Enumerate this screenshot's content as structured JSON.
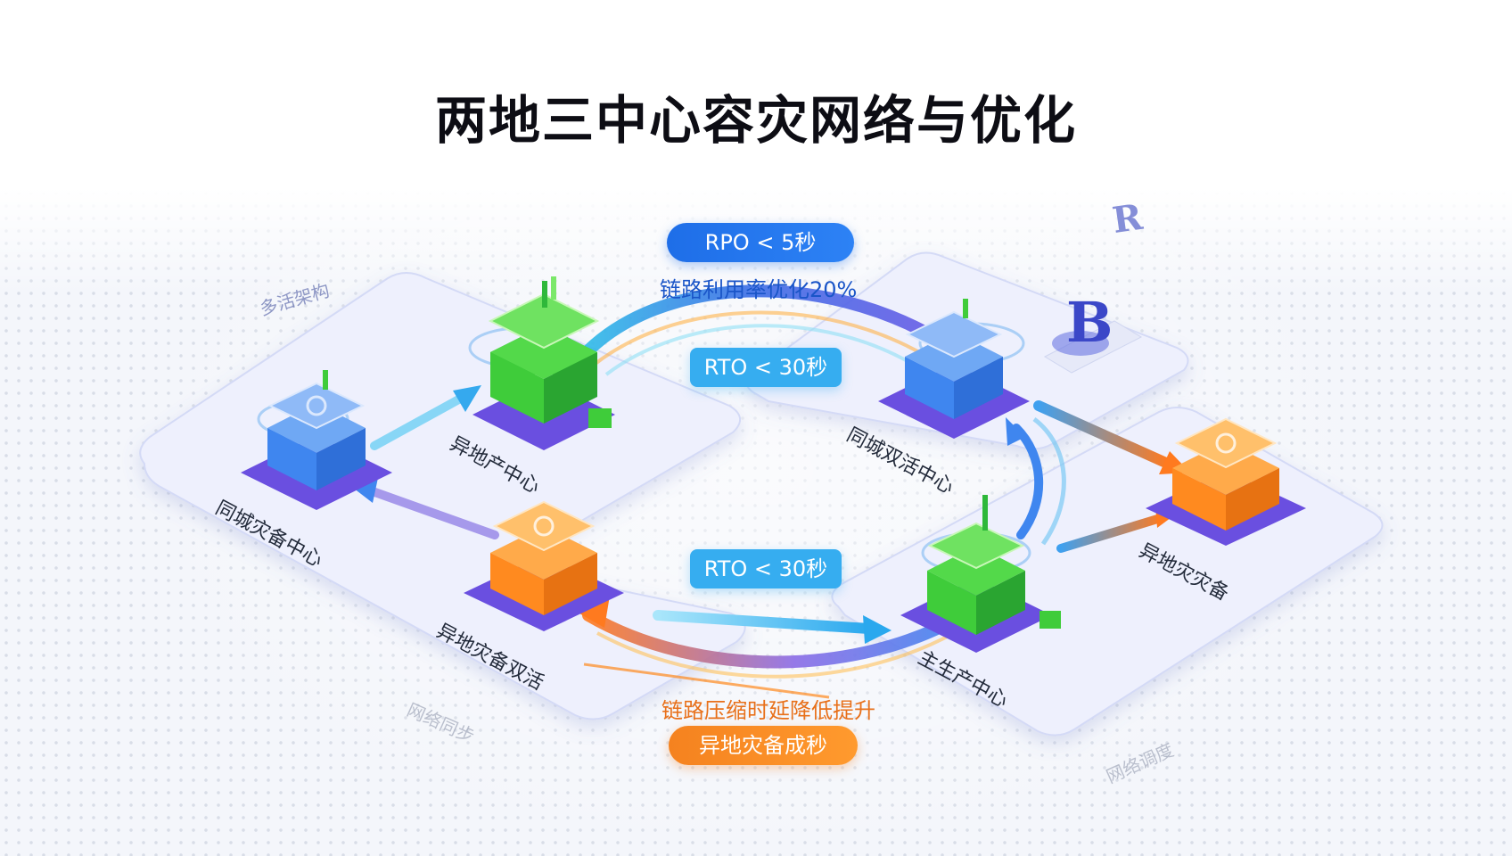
{
  "title": "两地三中心容灾网络与优化",
  "nodes": {
    "same_city_dr": "同城灾备中心",
    "remote_prod": "异地产中心",
    "remote_dr_active": "异地灾备双活",
    "same_city_active": "同城双活中心",
    "remote_dr": "异地灾灾备",
    "main_prod": "主生产中心"
  },
  "badges": {
    "rpo": "RPO < 5秒",
    "rto_top": "RTO < 30秒",
    "rto_bottom": "RTO < 30秒",
    "remote_switch": "异地灾备成秒"
  },
  "link_notes": {
    "top": "链路利用率优化20%",
    "bottom": "链路压缩时延降低提升"
  },
  "decor": {
    "top_left": "多活架构",
    "bottom_left": "网络同步",
    "bottom_right": "网络调度",
    "brand_letter": "B",
    "corner_letter": "R"
  },
  "colors": {
    "green": "#3fcc3a",
    "blue": "#3f86ef",
    "orange": "#ff8a1f",
    "purple": "#7a55e0",
    "platform": "#eceffd"
  }
}
